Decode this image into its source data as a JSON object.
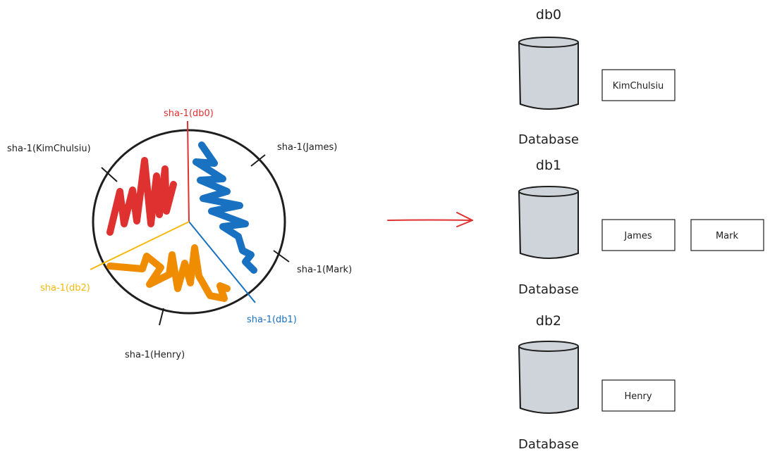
{
  "ring": {
    "node_labels": {
      "db0": "sha-1(db0)",
      "db1": "sha-1(db1)",
      "db2": "sha-1(db2)"
    },
    "key_labels": {
      "kimchulsiu": "sha-1(KimChulsiu)",
      "james": "sha-1(James)",
      "mark": "sha-1(Mark)",
      "henry": "sha-1(Henry)"
    }
  },
  "databases": [
    {
      "title": "db0",
      "caption": "Database",
      "keys": [
        "KimChulsiu"
      ]
    },
    {
      "title": "db1",
      "caption": "Database",
      "keys": [
        "James",
        "Mark"
      ]
    },
    {
      "title": "db2",
      "caption": "Database",
      "keys": [
        "Henry"
      ]
    }
  ],
  "colors": {
    "db0": "#e03131",
    "db1": "#1971c2",
    "db2": "#f08c00",
    "db2_line": "#f5b80c",
    "ink": "#1e1e1e",
    "cylinder_fill": "#ced4da"
  }
}
